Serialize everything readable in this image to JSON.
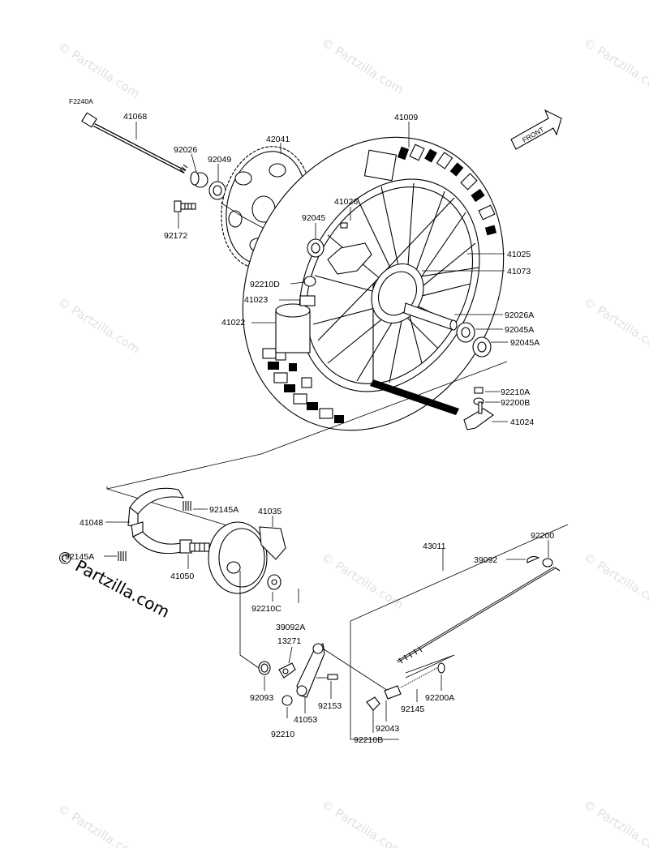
{
  "diagram_code": "F2240A",
  "front_label": "FRONT",
  "brand_watermark": "© Partzilla.com",
  "watermark_text": "© Partzilla.com",
  "parts": {
    "p41068": "41068",
    "p92026": "92026",
    "p92049": "92049",
    "p42041": "42041",
    "p92172": "92172",
    "p41009": "41009",
    "p41026": "41026",
    "p92045": "92045",
    "p41025": "41025",
    "p41073": "41073",
    "p92210D": "92210D",
    "p41023": "41023",
    "p41022": "41022",
    "p92026A": "92026A",
    "p92045A_1": "92045A",
    "p92045A_2": "92045A",
    "p92210A": "92210A",
    "p92200B": "92200B",
    "p41024": "41024",
    "p41048": "41048",
    "p92145A_1": "92145A",
    "p41035": "41035",
    "p92145A_2": "92145A",
    "p41050": "41050",
    "p92210C": "92210C",
    "p39092A": "39092A",
    "p13271": "13271",
    "p43011": "43011",
    "p92200": "92200",
    "p39092": "39092",
    "p92093": "92093",
    "p41053": "41053",
    "p92153": "92153",
    "p92210": "92210",
    "p92043": "92043",
    "p92145": "92145",
    "p92200A": "92200A",
    "p92210B": "92210B"
  }
}
